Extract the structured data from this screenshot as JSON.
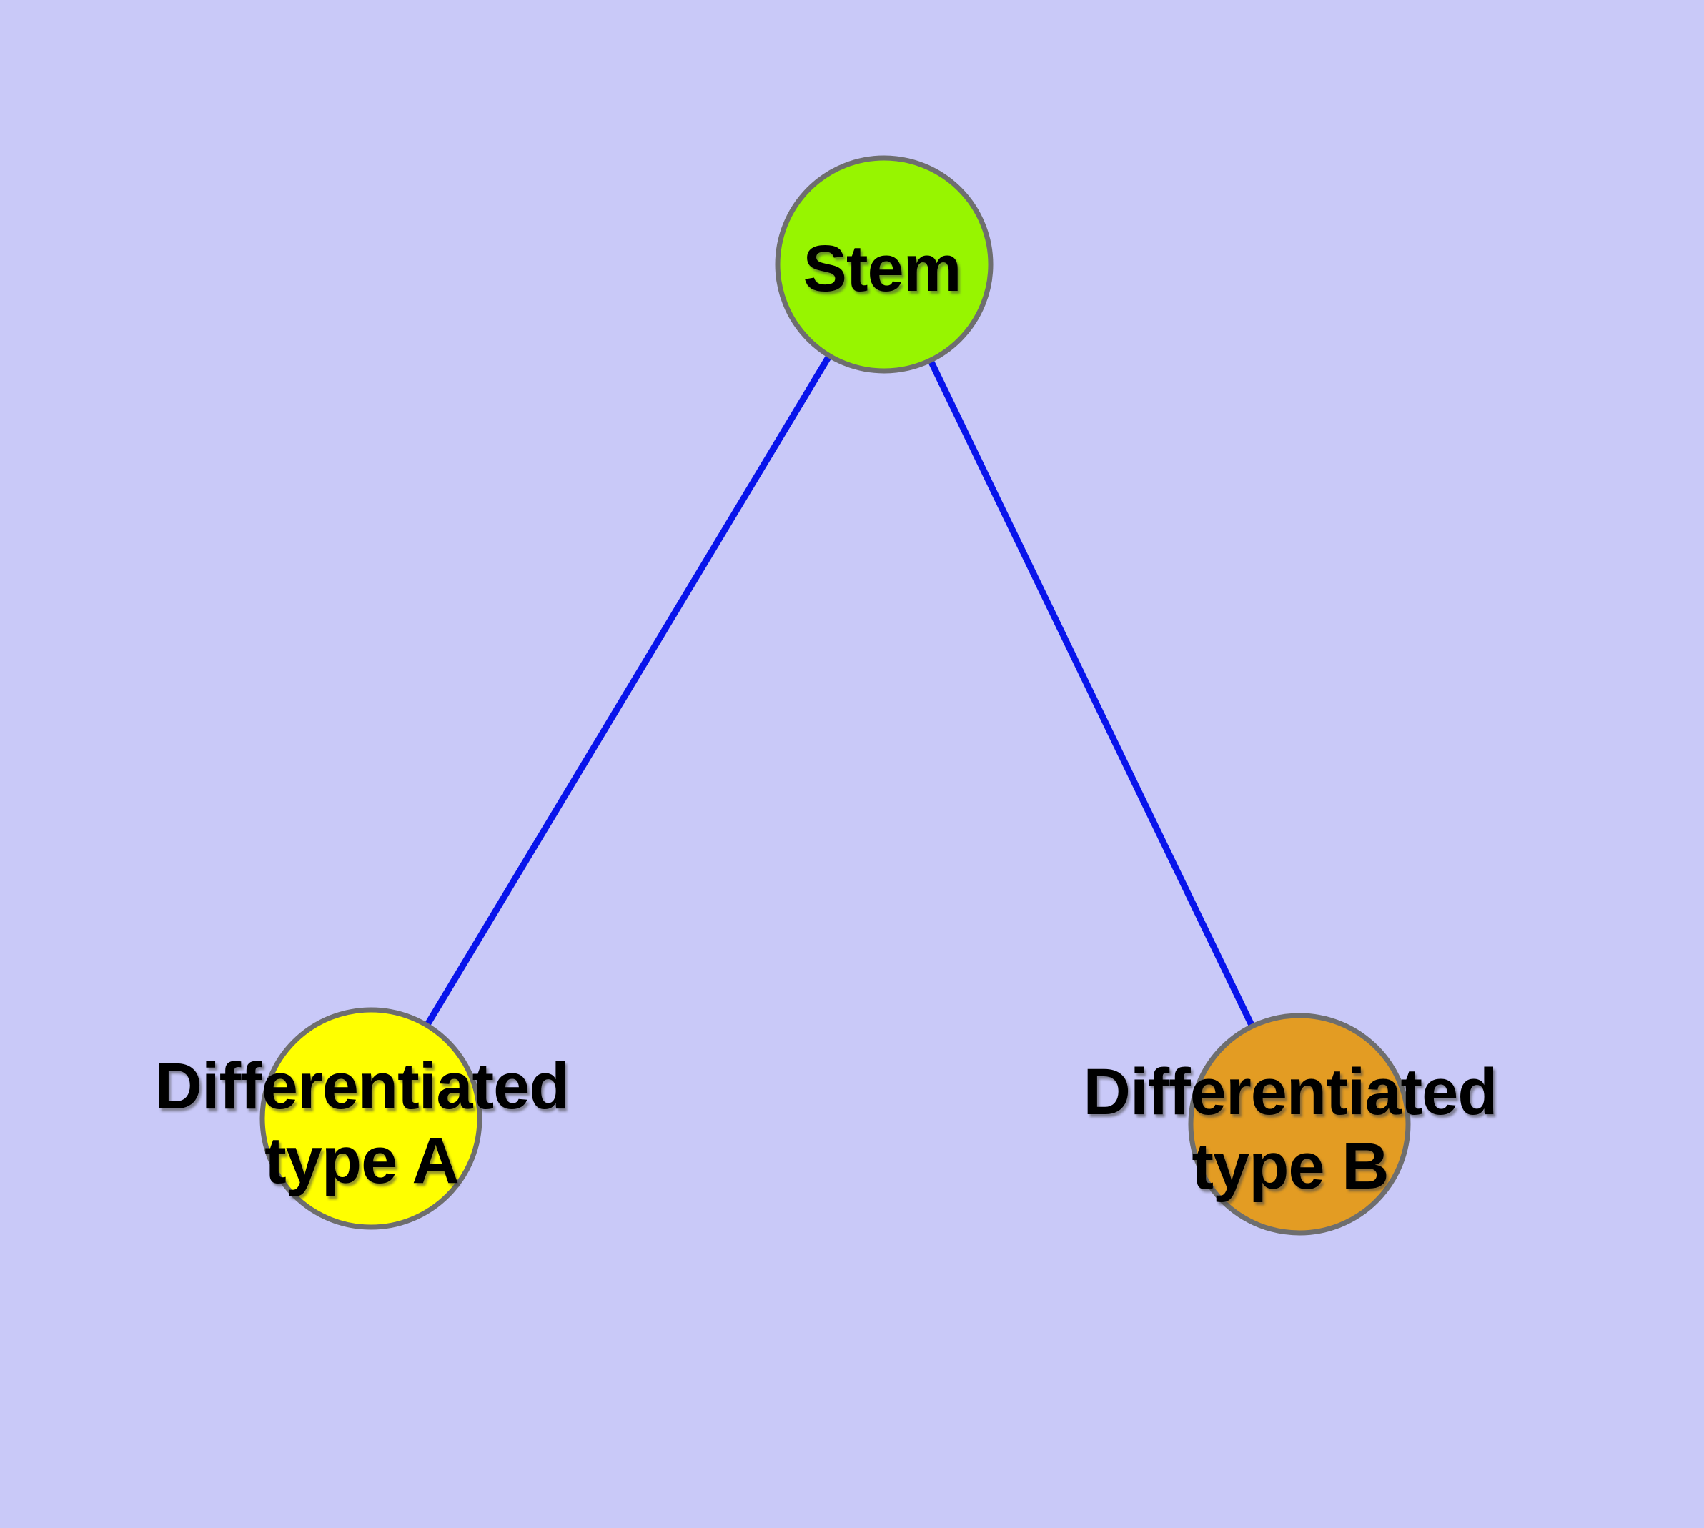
{
  "diagram": {
    "background_color": "#C9C9F8",
    "edge_color": "#0814EB",
    "node_border_color": "#6E6E6E",
    "text_color": "#000000",
    "nodes": [
      {
        "id": "stem",
        "lines": [
          "Stem"
        ],
        "fill": "#97F500"
      },
      {
        "id": "differentiated-type-a",
        "lines": [
          "Differentiated",
          "type A"
        ],
        "fill": "#FFFF00"
      },
      {
        "id": "differentiated-type-b",
        "lines": [
          "Differentiated",
          "type B"
        ],
        "fill": "#E39C23"
      }
    ],
    "edges": [
      {
        "from": "stem",
        "to": "differentiated-type-a"
      },
      {
        "from": "stem",
        "to": "differentiated-type-b"
      }
    ]
  }
}
